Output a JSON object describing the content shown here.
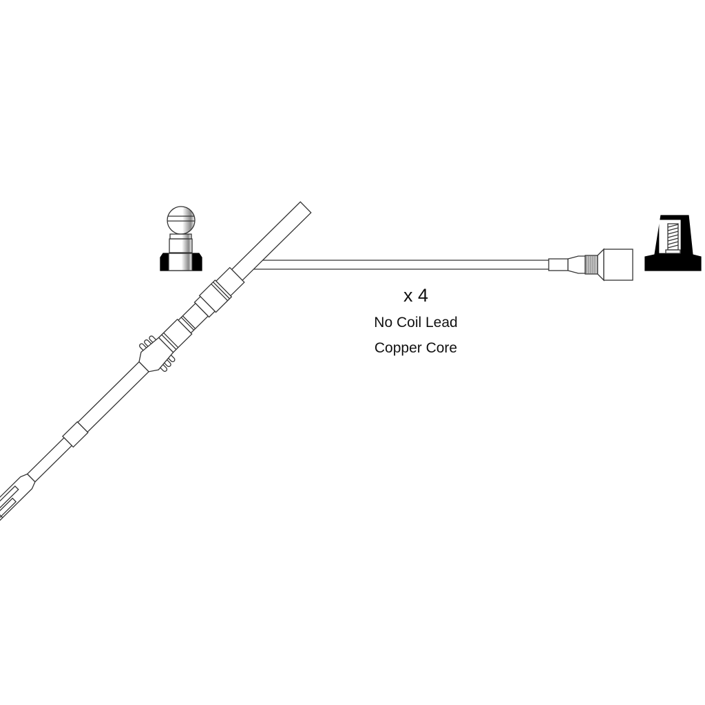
{
  "diagram": {
    "quantity": "x 4",
    "description_lines": [
      "No Coil Lead",
      "Copper Core"
    ]
  },
  "colors": {
    "line": "#333333",
    "fill_dark": "#000000",
    "fill_light": "#ffffff"
  }
}
